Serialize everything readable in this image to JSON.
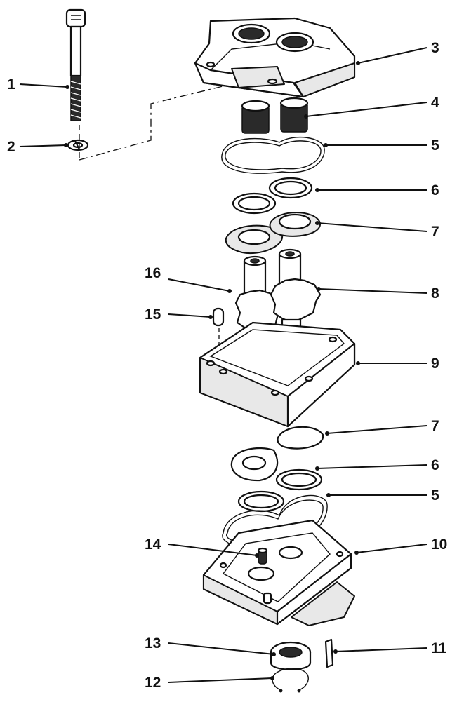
{
  "callouts": [
    {
      "id": "c1",
      "label": "1"
    },
    {
      "id": "c2",
      "label": "2"
    },
    {
      "id": "c3",
      "label": "3"
    },
    {
      "id": "c4",
      "label": "4"
    },
    {
      "id": "c5a",
      "label": "5"
    },
    {
      "id": "c6a",
      "label": "6"
    },
    {
      "id": "c7a",
      "label": "7"
    },
    {
      "id": "c16",
      "label": "16"
    },
    {
      "id": "c8",
      "label": "8"
    },
    {
      "id": "c15",
      "label": "15"
    },
    {
      "id": "c9",
      "label": "9"
    },
    {
      "id": "c7b",
      "label": "7"
    },
    {
      "id": "c6b",
      "label": "6"
    },
    {
      "id": "c5b",
      "label": "5"
    },
    {
      "id": "c14",
      "label": "14"
    },
    {
      "id": "c10",
      "label": "10"
    },
    {
      "id": "c13",
      "label": "13"
    },
    {
      "id": "c11",
      "label": "11"
    },
    {
      "id": "c12",
      "label": "12"
    }
  ]
}
